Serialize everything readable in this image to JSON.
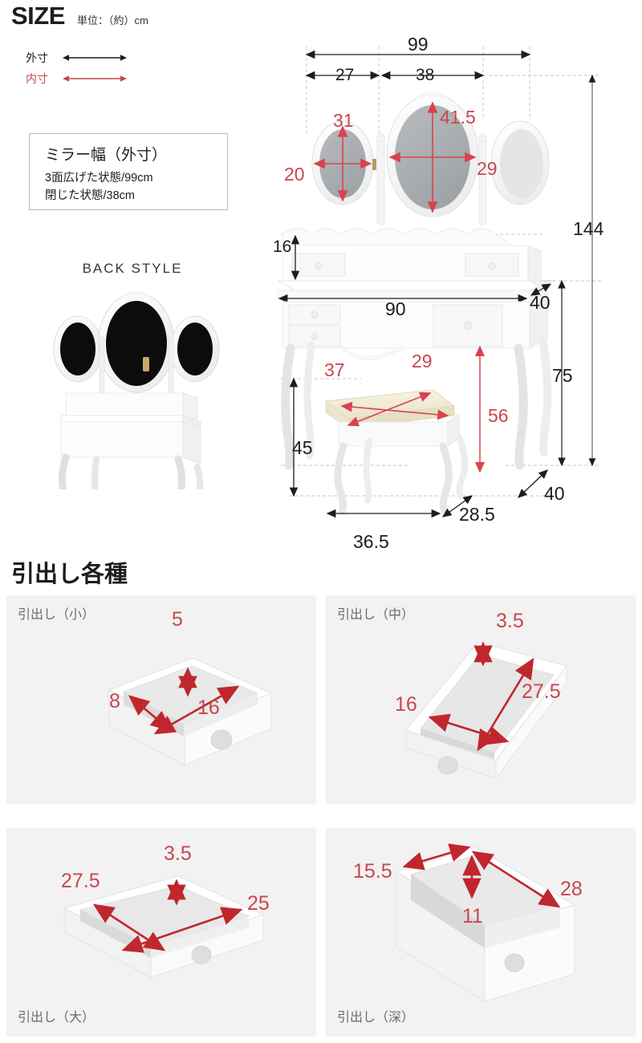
{
  "header": {
    "title": "SIZE",
    "unit_note": "単位：（約）cm"
  },
  "legend": {
    "outer_label": "外寸",
    "inner_label": "内寸",
    "outer_color": "#1d1d1d",
    "inner_color": "#c8474e"
  },
  "mirror_width_box": {
    "title": "ミラー幅（外寸）",
    "line1": "3面広げた状態/99cm",
    "line2": "閉じた状態/38cm"
  },
  "back_style": {
    "title": "BACK STYLE"
  },
  "main_diagram": {
    "dimensions": {
      "total_width": "99",
      "side_mirror_span": "27",
      "center_mirror_span": "38",
      "side_mirror_height": "31",
      "center_mirror_height": "41.5",
      "side_mirror_width": "20",
      "center_mirror_width": "29",
      "hutch_height": "16",
      "total_height": "144",
      "desk_width": "90",
      "desk_depth_top": "40",
      "desk_height": "75",
      "knee_clearance": "56",
      "stool_seat_width": "37",
      "stool_seat_depth": "29",
      "stool_height": "45",
      "stool_base_width": "36.5",
      "stool_base_depth": "28.5",
      "desk_depth_bottom": "40"
    }
  },
  "drawers_section": {
    "heading": "引出し各種",
    "panels": [
      {
        "label": "引出し（小）",
        "label_position": "top",
        "dims": {
          "a": "5",
          "b": "8",
          "c": "16"
        }
      },
      {
        "label": "引出し（中）",
        "label_position": "top",
        "dims": {
          "a": "3.5",
          "b": "16",
          "c": "27.5"
        }
      },
      {
        "label": "引出し（大）",
        "label_position": "bottom",
        "dims": {
          "a": "3.5",
          "b": "27.5",
          "c": "25"
        }
      },
      {
        "label": "引出し（深）",
        "label_position": "bottom",
        "dims": {
          "a": "15.5",
          "b": "11",
          "c": "28"
        }
      }
    ]
  }
}
